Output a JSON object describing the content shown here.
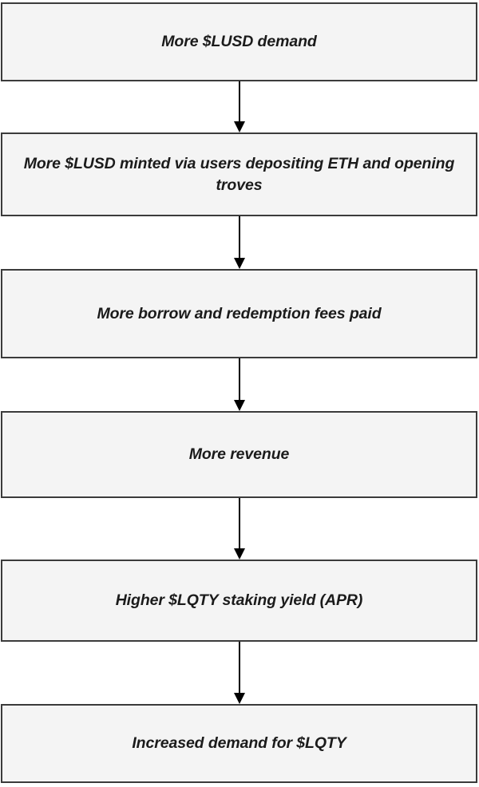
{
  "diagram": {
    "type": "flowchart",
    "orientation": "vertical-top-to-bottom",
    "colors": {
      "node_fill": "#f4f4f4",
      "node_border": "#3b3b3b",
      "text": "#1b1b1b",
      "arrow": "#000000",
      "canvas": "#ffffff"
    },
    "nodes": [
      {
        "id": "n1",
        "label": "More $LUSD demand"
      },
      {
        "id": "n2",
        "label": "More $LUSD minted via users depositing ETH and opening troves"
      },
      {
        "id": "n3",
        "label": "More borrow and redemption fees paid"
      },
      {
        "id": "n4",
        "label": "More revenue"
      },
      {
        "id": "n5",
        "label": "Higher $LQTY staking yield (APR)"
      },
      {
        "id": "n6",
        "label": "Increased demand for $LQTY"
      }
    ],
    "edges": [
      {
        "id": "e1",
        "from": "n1",
        "to": "n2",
        "style": "solid-arrow-down"
      },
      {
        "id": "e2",
        "from": "n2",
        "to": "n3",
        "style": "solid-arrow-down"
      },
      {
        "id": "e3",
        "from": "n3",
        "to": "n4",
        "style": "solid-arrow-down"
      },
      {
        "id": "e4",
        "from": "n4",
        "to": "n5",
        "style": "solid-arrow-down"
      },
      {
        "id": "e5",
        "from": "n5",
        "to": "n6",
        "style": "solid-arrow-down"
      }
    ]
  }
}
